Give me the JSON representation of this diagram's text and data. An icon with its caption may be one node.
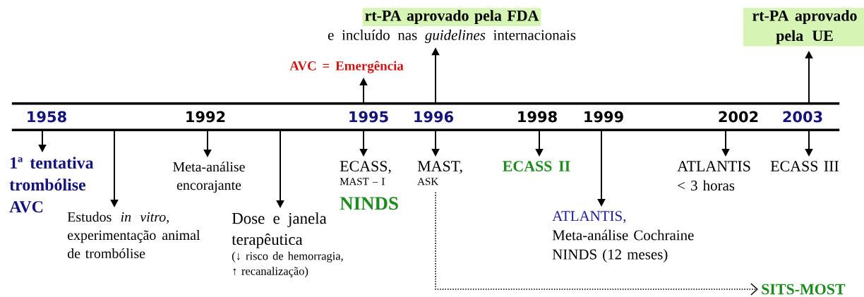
{
  "diagram": {
    "nodes": [
      {
        "text": [],
        "shape": "bar"
      },
      {
        "text": [
          "1ª tentativa trombólise AVC"
        ]
      },
      {
        "text": [
          "Estudos *in vitro*, experimentação animal de trombólise"
        ]
      },
      {
        "text": [
          "Meta-análise encorajante"
        ]
      },
      {
        "text": [
          "Dose e janela terapêutica",
          "(↓ risco de hemorragia, ↑ recanalização)"
        ]
      },
      {
        "text": [
          "ECASS,",
          "MAST – I",
          "NINDS"
        ]
      },
      {
        "text": [
          "AVC = Emergência"
        ]
      },
      {
        "text": [
          "rt-PA aprovado pela FDA",
          "e incluído nas *guidelines* internacionais"
        ]
      },
      {
        "text": [
          "MAST,",
          "ASK"
        ]
      },
      {
        "text": [
          "ECASS II"
        ]
      },
      {
        "text": [
          "ATLANTIS,",
          "Meta-análise Cochraine",
          "NINDS (12 meses)"
        ]
      },
      {
        "text": [
          "ATLANTIS",
          "< 3 horas"
        ]
      },
      {
        "text": [
          "ECASS III"
        ]
      },
      {
        "text": [
          "rt-PA aprovado pela UE"
        ]
      },
      {
        "text": [
          "SITS-MOST"
        ]
      }
    ],
    "edges": [
      {
        "from": 0,
        "to": 1,
        "arrow": "to"
      },
      {
        "from": 0,
        "to": 2,
        "arrow": "to"
      },
      {
        "from": 0,
        "to": 3,
        "arrow": "to"
      },
      {
        "from": 0,
        "to": 4,
        "arrow": "to"
      },
      {
        "from": 0,
        "to": 5,
        "arrow": "to"
      },
      {
        "from": 0,
        "to": 6,
        "arrow": "to"
      },
      {
        "from": 0,
        "to": 7,
        "arrow": "to"
      },
      {
        "from": 0,
        "to": 8,
        "arrow": "to"
      },
      {
        "from": 0,
        "to": 9,
        "arrow": "to"
      },
      {
        "from": 0,
        "to": 10,
        "arrow": "to"
      },
      {
        "from": 0,
        "to": 11,
        "arrow": "to"
      },
      {
        "from": 0,
        "to": 12,
        "arrow": "to"
      },
      {
        "from": 0,
        "to": 13,
        "arrow": "to"
      },
      {
        "from": 8,
        "to": 14,
        "arrow": "to",
        "style": "dashed"
      }
    ],
    "labels": [
      "1958",
      "1992",
      "1995",
      "1996",
      "1998",
      "1999",
      "2002",
      "2003"
    ]
  }
}
